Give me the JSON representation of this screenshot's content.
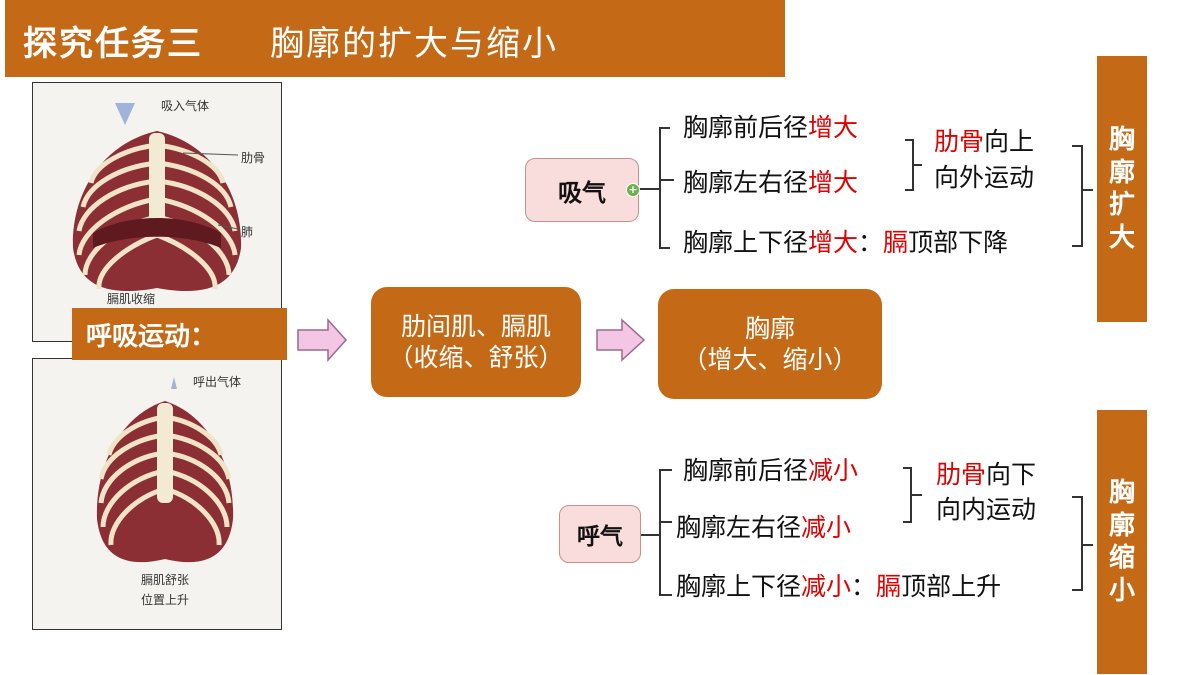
{
  "title": {
    "left": "探究任务三",
    "right": "胸廓的扩大与缩小"
  },
  "panel_top": {
    "label_in": "吸入气体",
    "label_rib": "肋骨",
    "label_lung": "肺",
    "label_diaphragm": "膈肌收缩"
  },
  "panel_bottom": {
    "label_out": "呼出气体",
    "label_diaphragm_1": "膈肌舒张",
    "label_diaphragm_2": "位置上升"
  },
  "breath_label": "呼吸运动：",
  "muscle_box": {
    "line1": "肋间肌、膈肌",
    "line2": "（收缩、舒张）"
  },
  "chest_box": {
    "line1": "胸廓",
    "line2": "（增大、缩小）"
  },
  "inhale": {
    "label": "吸气",
    "rows": [
      {
        "pre": "胸廓前后径",
        "red": "增大",
        "post": ""
      },
      {
        "pre": "胸廓左右径",
        "red": "增大",
        "post": ""
      },
      {
        "pre": "胸廓上下径",
        "red": "增大",
        "post": "："
      }
    ],
    "rib_red": "肋骨",
    "rib_line1": "向上",
    "rib_line2": "向外运动",
    "diaphragm_red": "膈",
    "diaphragm_rest": "顶部下降",
    "side": [
      "胸",
      "廓",
      "扩",
      "大"
    ]
  },
  "exhale": {
    "label": "呼气",
    "rows": [
      {
        "pre": "胸廓前后径",
        "red": "减小",
        "post": ""
      },
      {
        "pre": "胸廓左右径",
        "red": "减小",
        "post": ""
      },
      {
        "pre": "胸廓上下径",
        "red": "减小",
        "post": "："
      }
    ],
    "rib_red": "肋骨",
    "rib_line1": "向下",
    "rib_line2": "向内运动",
    "diaphragm_red": "膈",
    "diaphragm_rest": "顶部上升",
    "side": [
      "胸",
      "廓",
      "缩",
      "小"
    ]
  },
  "colors": {
    "brown": "#c46a17",
    "red": "#e00000",
    "pink": "#f9dcdc",
    "arrow": "#f3c6e6"
  }
}
